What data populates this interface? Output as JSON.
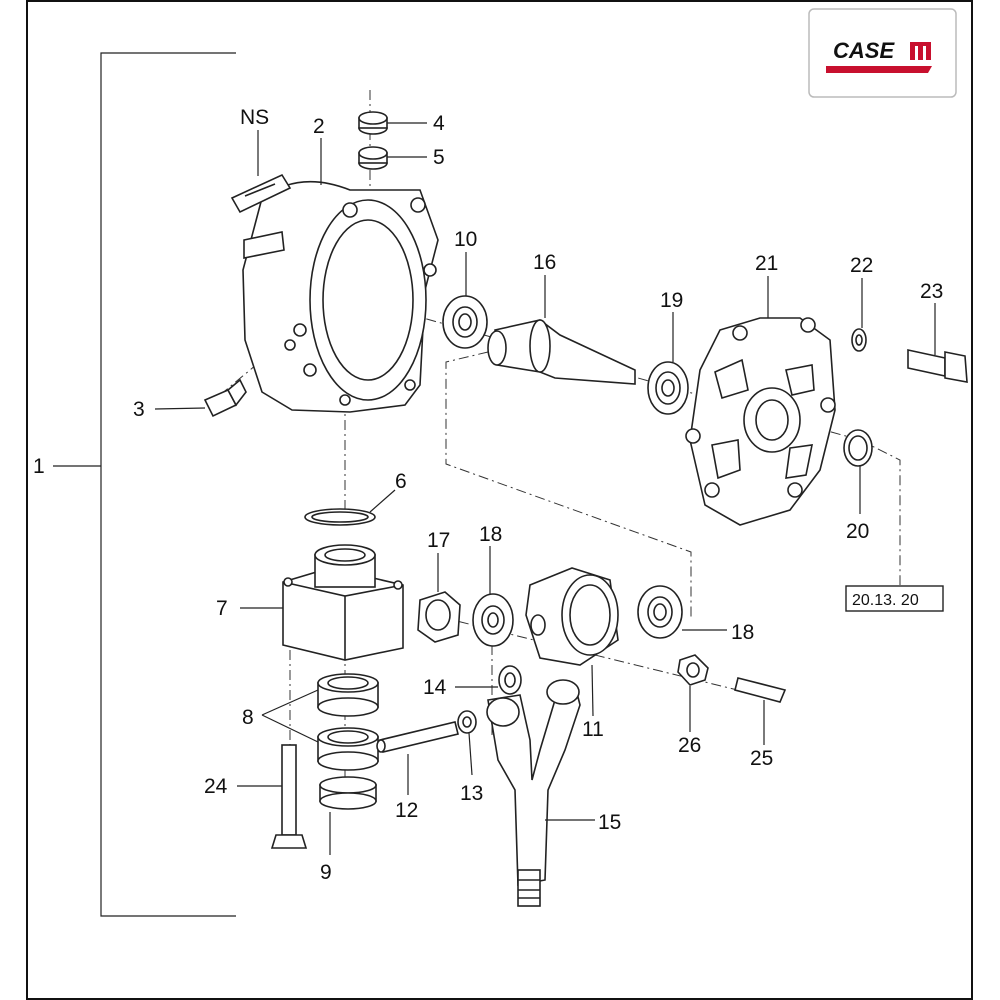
{
  "logo": {
    "text": "CASE",
    "brand_color": "#c8102e"
  },
  "callouts": {
    "c1": "1",
    "c2": "2",
    "c3": "3",
    "c4": "4",
    "c5": "5",
    "c6": "6",
    "c7": "7",
    "c8": "8",
    "c9": "9",
    "c10": "10",
    "c11": "11",
    "c12": "12",
    "c13": "13",
    "c14": "14",
    "c15": "15",
    "c16": "16",
    "c17": "17",
    "c18a": "18",
    "c18b": "18",
    "c19": "19",
    "c20": "20",
    "c21": "21",
    "c22": "22",
    "c23": "23",
    "c24": "24",
    "c25": "25",
    "c26": "26",
    "ns": "NS"
  },
  "reference": {
    "label": "20.13. 20"
  },
  "colors": {
    "line": "#222222",
    "frame": "#111111"
  }
}
